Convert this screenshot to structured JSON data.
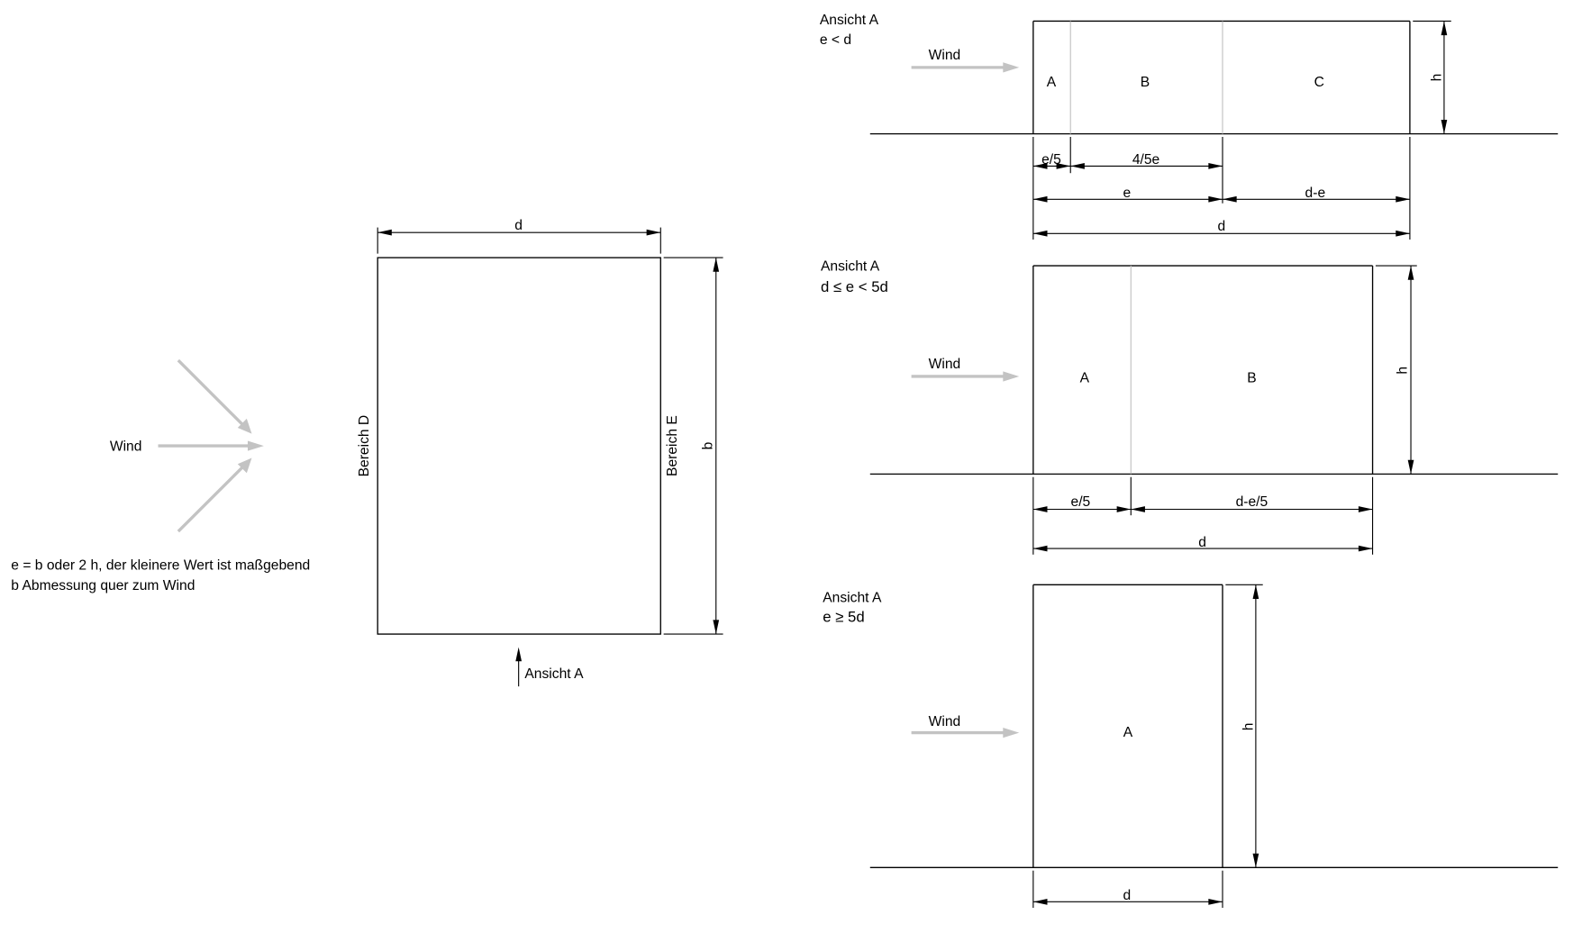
{
  "plan_view": {
    "wind_label": "Wind",
    "dim_d": "d",
    "dim_b": "b",
    "side_left_label": "Bereich D",
    "side_right_label": "Bereich E",
    "view_marker_label": "Ansicht A",
    "note_line1": "e = b oder 2 h, der kleinere Wert ist maßgebend",
    "note_line2": "b Abmessung quer zum Wind"
  },
  "elevations": [
    {
      "title": "Ansicht A",
      "condition": "e < d",
      "wind_label": "Wind",
      "zones": [
        "A",
        "B",
        "C"
      ],
      "height_label": "h",
      "dims_row1": [
        "e/5",
        "4/5e"
      ],
      "dims_row2": [
        "e",
        "d-e"
      ],
      "dims_row3": [
        "d"
      ]
    },
    {
      "title": "Ansicht A",
      "condition": "d ≤ e < 5d",
      "wind_label": "Wind",
      "zones": [
        "A",
        "B"
      ],
      "height_label": "h",
      "dims_row1": [
        "e/5",
        "d-e/5"
      ],
      "dims_row2": [
        "d"
      ]
    },
    {
      "title": "Ansicht A",
      "condition": "e ≥ 5d",
      "wind_label": "Wind",
      "zones": [
        "A"
      ],
      "height_label": "h",
      "dims_row1": [
        "d"
      ]
    }
  ],
  "colors": {
    "line": "#000000",
    "wind_arrow": "#c3c3c3",
    "zone_divider": "#c0c0c0",
    "background": "#ffffff"
  }
}
